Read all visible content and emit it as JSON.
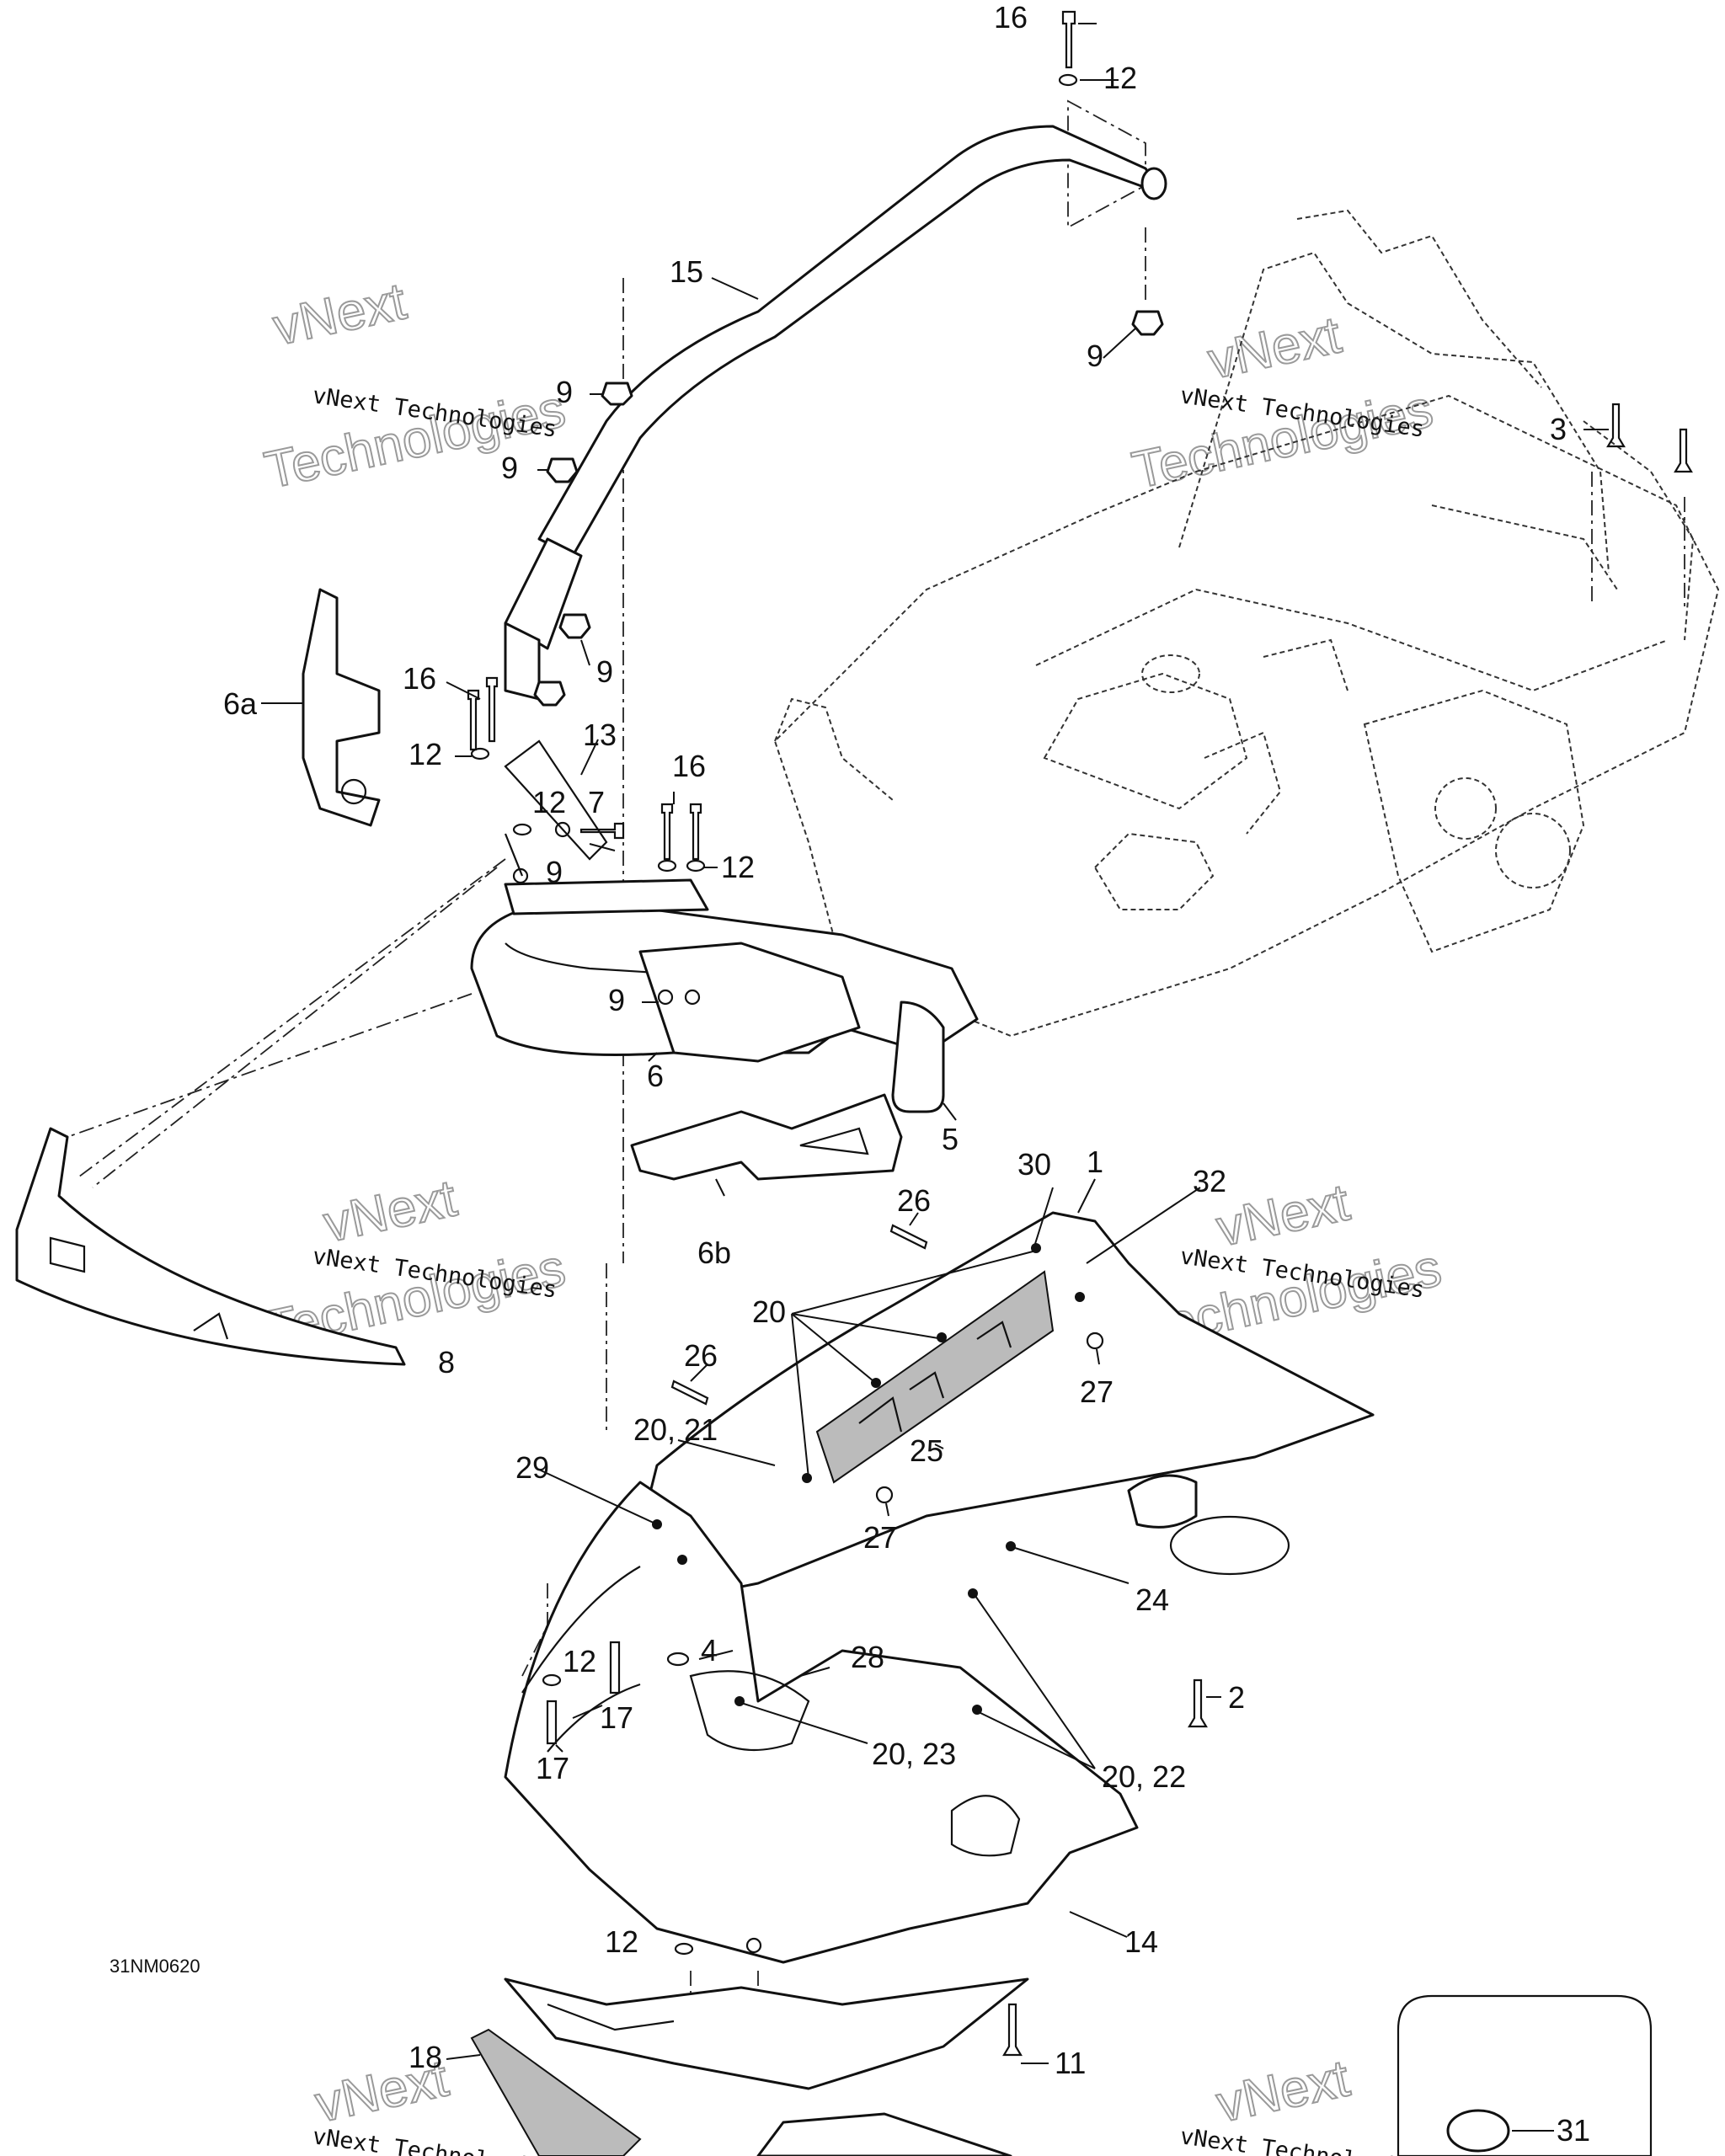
{
  "drawing_id": "31NM0620",
  "watermark": {
    "company": "vNext Technologies",
    "line1": "vNext",
    "line2": "Technologies"
  },
  "callouts": [
    "1",
    "2",
    "3",
    "4",
    "5",
    "6",
    "6a",
    "6b",
    "7",
    "8",
    "9",
    "11",
    "12",
    "13",
    "14",
    "15",
    "16",
    "17",
    "18",
    "20",
    "20, 21",
    "20, 22",
    "20, 23",
    "24",
    "25",
    "26",
    "27",
    "28",
    "29",
    "30",
    "31",
    "32"
  ]
}
